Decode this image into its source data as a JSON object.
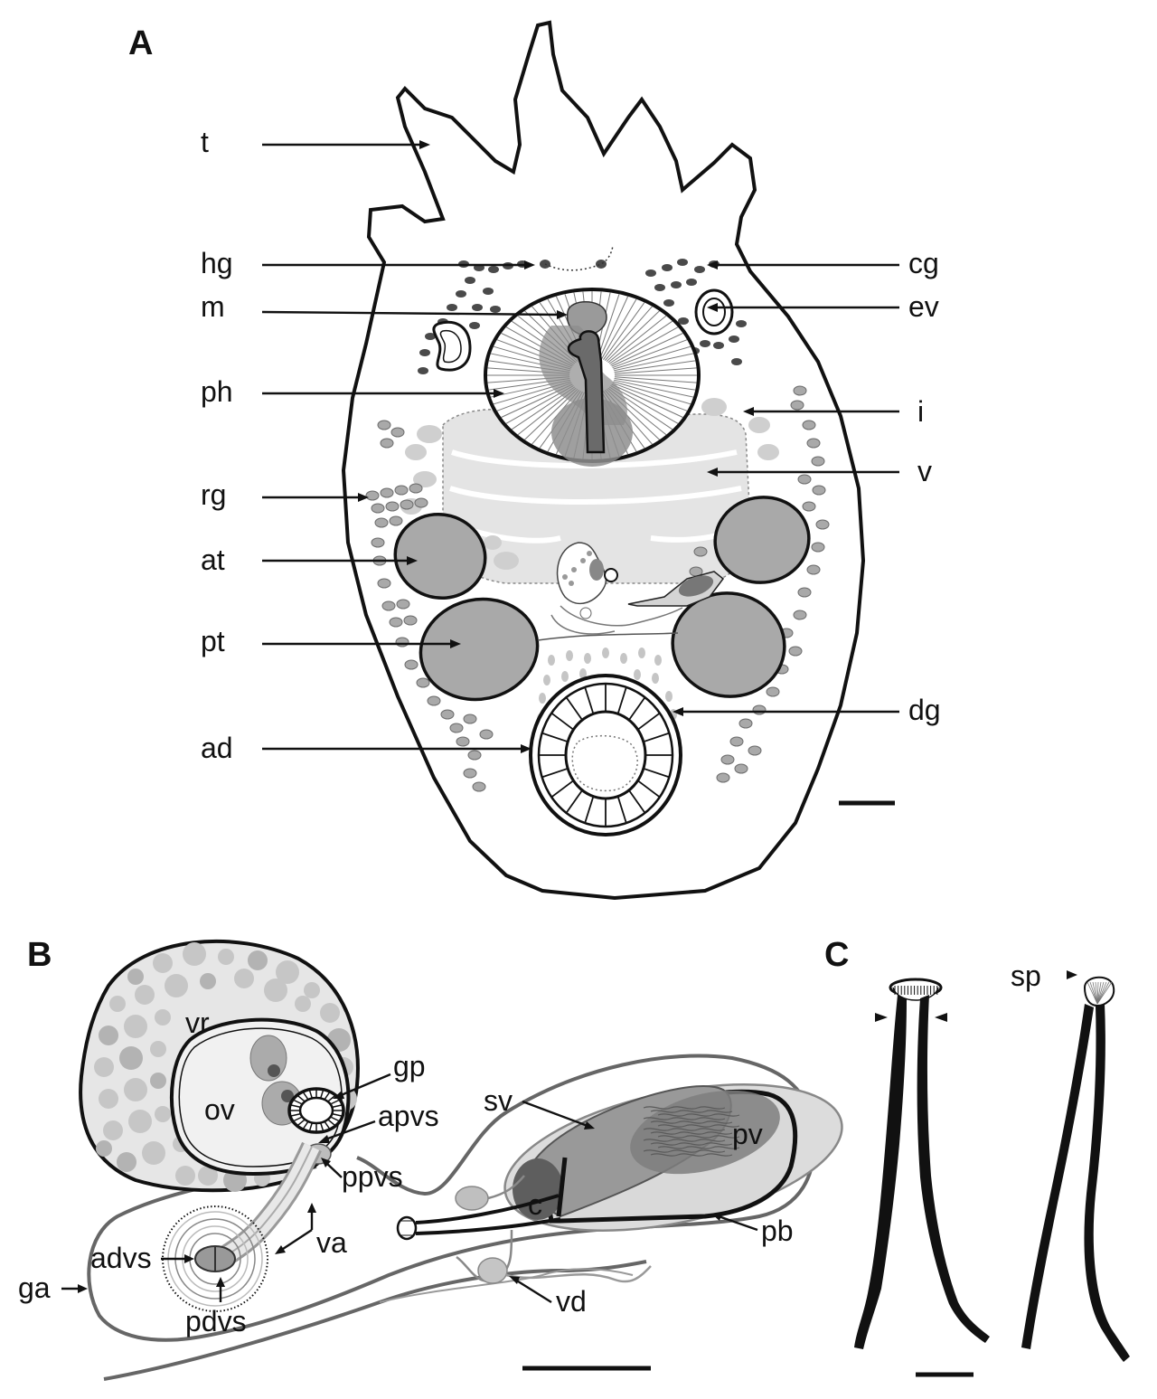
{
  "panels": {
    "a": "A",
    "b": "B",
    "c": "C"
  },
  "panel_a_labels": {
    "t": "t",
    "hg": "hg",
    "m": "m",
    "ph": "ph",
    "rg": "rg",
    "at": "at",
    "pt": "pt",
    "ad": "ad",
    "cg": "cg",
    "ev": "ev",
    "i": "i",
    "v": "v",
    "dg": "dg"
  },
  "panel_b_labels": {
    "vr": "vr",
    "ov": "ov",
    "gp": "gp",
    "apvs": "apvs",
    "ppvs": "ppvs",
    "sv": "sv",
    "pv": "pv",
    "c": "c",
    "pb": "pb",
    "va": "va",
    "advs": "advs",
    "pdvs": "pdvs",
    "ga": "ga",
    "vd": "vd"
  },
  "panel_c_labels": {
    "sp": "sp"
  },
  "colors": {
    "ink": "#111111",
    "organ_gray": "#a9a9a9",
    "light_gray": "#d4d4d4",
    "dark_gray": "#555555"
  }
}
